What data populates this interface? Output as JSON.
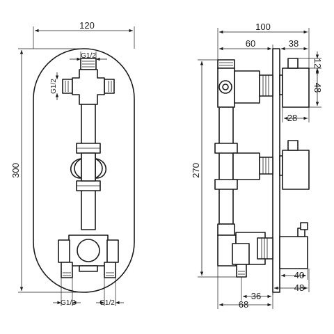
{
  "front_view": {
    "width": "120",
    "height": "300",
    "thread_top": "G1/2",
    "thread_left": "G1/2",
    "thread_bottom_left": "G1/2",
    "thread_bottom_right": "G1/2"
  },
  "side_view": {
    "depth_total": "100",
    "depth_body": "60",
    "handle_offset": "38",
    "handle_gap": "12",
    "handle_height": "48",
    "handle_width_top": "28",
    "height": "270",
    "handle_width_bottom": "40",
    "cover_width_bottom": "48",
    "outlet_offset": "36",
    "depth_bottom": "68"
  }
}
